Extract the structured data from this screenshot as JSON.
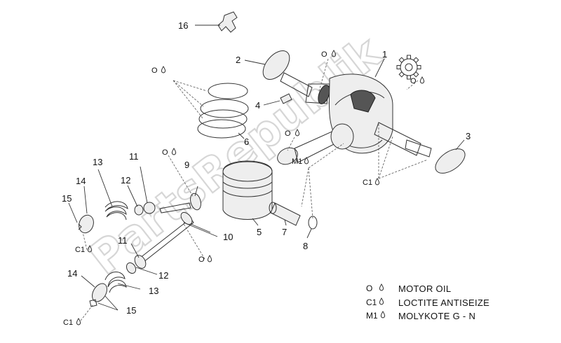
{
  "watermark": "PartsRepublik",
  "callouts": [
    {
      "id": "c1",
      "text": "1"
    },
    {
      "id": "c2",
      "text": "2"
    },
    {
      "id": "c3",
      "text": "3"
    },
    {
      "id": "c4",
      "text": "4"
    },
    {
      "id": "c5",
      "text": "5"
    },
    {
      "id": "c6",
      "text": "6"
    },
    {
      "id": "c7",
      "text": "7"
    },
    {
      "id": "c8",
      "text": "8"
    },
    {
      "id": "c9",
      "text": "9"
    },
    {
      "id": "c10",
      "text": "10"
    },
    {
      "id": "c11a",
      "text": "11"
    },
    {
      "id": "c11b",
      "text": "11"
    },
    {
      "id": "c12a",
      "text": "12"
    },
    {
      "id": "c12b",
      "text": "12"
    },
    {
      "id": "c13a",
      "text": "13"
    },
    {
      "id": "c13b",
      "text": "13"
    },
    {
      "id": "c14a",
      "text": "14"
    },
    {
      "id": "c14b",
      "text": "14"
    },
    {
      "id": "c15a",
      "text": "15"
    },
    {
      "id": "c15b",
      "text": "15"
    },
    {
      "id": "c16",
      "text": "16"
    }
  ],
  "symbols": {
    "oil": "O",
    "loctite": "C1",
    "molykote": "M1"
  },
  "legend": [
    {
      "code": "O",
      "text": "MOTOR OIL"
    },
    {
      "code": "C1",
      "text": "LOCTITE ANTISEIZE"
    },
    {
      "code": "M1",
      "text": "MOLYKOTE G - N"
    }
  ]
}
